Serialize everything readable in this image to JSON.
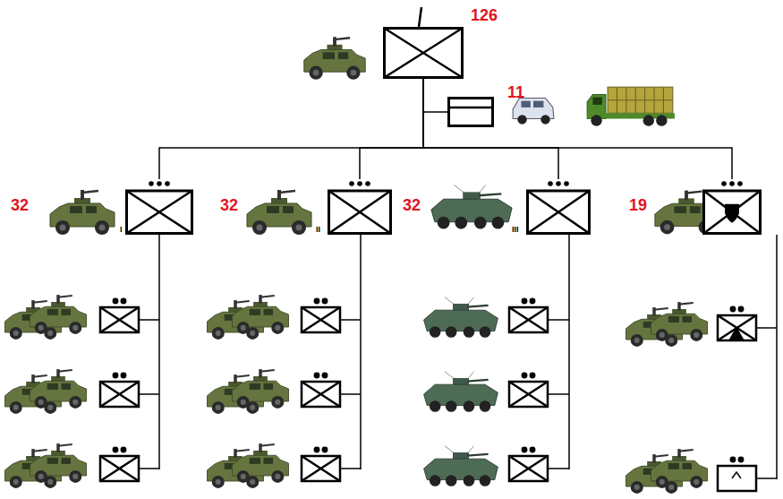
{
  "diagram": {
    "nodes": [
      {
        "text": [
          "126"
        ]
      },
      {
        "text": [
          "11"
        ]
      },
      {
        "text": [
          "32",
          "I"
        ]
      },
      {
        "text": [
          "32",
          "II"
        ]
      },
      {
        "text": [
          "32",
          "III"
        ]
      },
      {
        "text": [
          "19"
        ]
      }
    ],
    "edges": [
      {
        "from": 0,
        "to": 1,
        "arrow": "none"
      },
      {
        "from": 0,
        "to": 2,
        "arrow": "none"
      },
      {
        "from": 0,
        "to": 3,
        "arrow": "none"
      },
      {
        "from": 0,
        "to": 4,
        "arrow": "none"
      },
      {
        "from": 0,
        "to": 5,
        "arrow": "none"
      }
    ]
  }
}
